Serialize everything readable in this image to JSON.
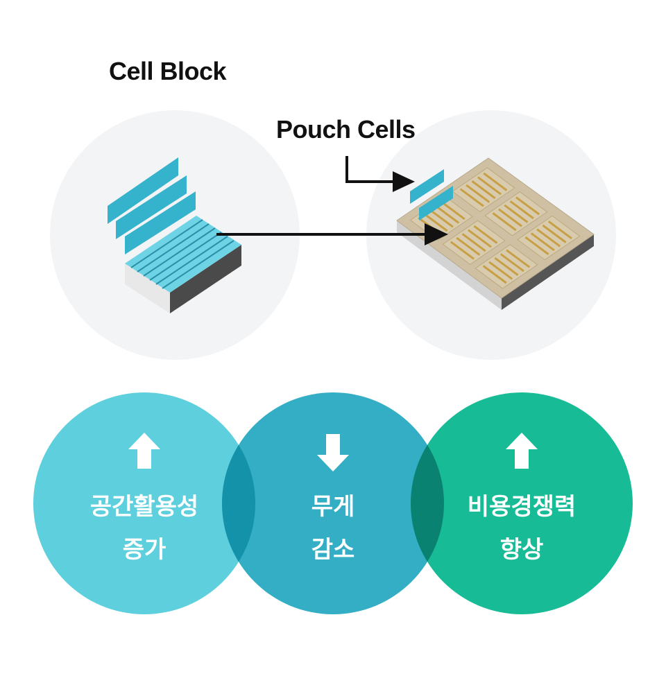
{
  "labels": {
    "cell_block": "Cell Block",
    "pouch_cells": "Pouch Cells"
  },
  "benefits": [
    {
      "direction": "up",
      "line1": "공간활용성",
      "line2": "증가",
      "color": "#5dcfdd"
    },
    {
      "direction": "down",
      "line1": "무게",
      "line2": "감소",
      "color": "#33aec5"
    },
    {
      "direction": "up",
      "line1": "비용경쟁력",
      "line2": "향상",
      "color": "#17bc96"
    }
  ],
  "colors": {
    "background_circle": "#f3f4f6",
    "cell_blue": "#35b3cc",
    "pack_tan": "#cfc0a3",
    "cell_stripe": "#c79f45",
    "arrow": "#111111"
  }
}
